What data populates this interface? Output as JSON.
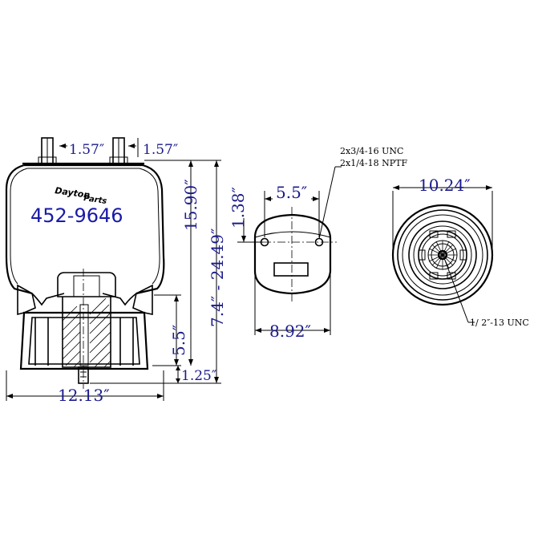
{
  "brand": {
    "line1": "Dayton",
    "line2": "Parts"
  },
  "part_number": "452-9646",
  "dimensions": {
    "stud_spacing_left": "1.57″",
    "stud_spacing_right": "1.57″",
    "overall_diameter": "12.13″",
    "max_height": "15.90″",
    "height_range": "7.4″ - 24.49″",
    "piston_height": "5.5″",
    "base_height": "1.25″",
    "top_stud_spacing": "5.5″",
    "top_stud_offset": "1.38″",
    "top_plate_diameter": "8.92″",
    "bottom_diameter": "10.24″"
  },
  "notes": {
    "top_studs_line1": "2x3/4-16 UNC",
    "top_studs_line2": "2x1/4-18 NPTF",
    "bottom_thread": "1/ 2″-13 UNC"
  }
}
